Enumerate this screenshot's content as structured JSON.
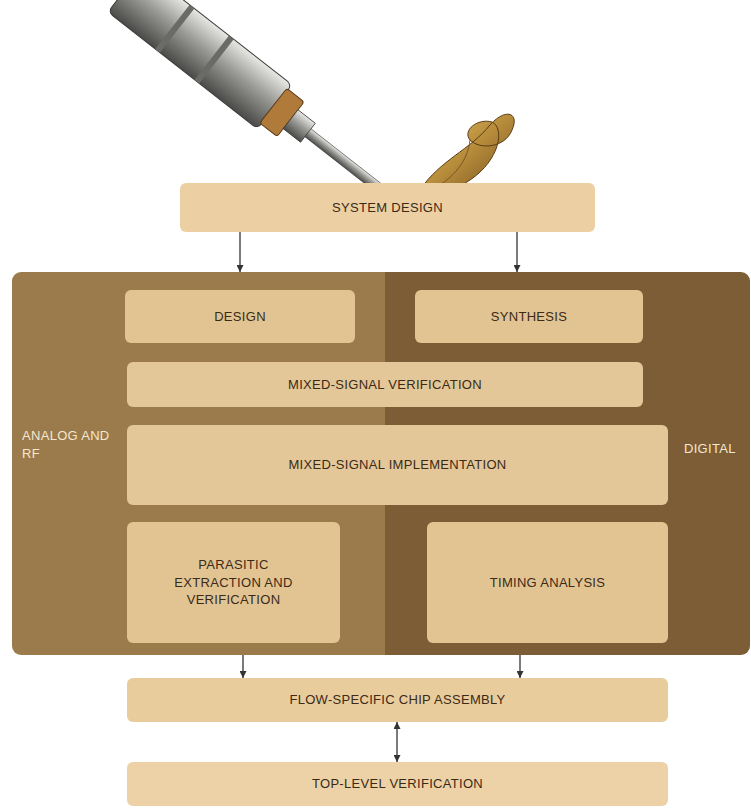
{
  "diagram": {
    "nodes": [
      {
        "text": [
          "SYSTEM DESIGN"
        ]
      },
      {
        "text": [
          "ANALOG AND RF",
          "DIGITAL"
        ]
      },
      {
        "text": [
          "DESIGN"
        ],
        "in": 1
      },
      {
        "text": [
          "SYNTHESIS"
        ],
        "in": 1
      },
      {
        "text": [
          "MIXED-SIGNAL VERIFICATION"
        ],
        "in": 1
      },
      {
        "text": [
          "MIXED-SIGNAL IMPLEMENTATION"
        ],
        "in": 1
      },
      {
        "text": [
          "PARASITIC EXTRACTION AND VERIFICATION"
        ],
        "in": 1
      },
      {
        "text": [
          "TIMING ANALYSIS"
        ],
        "in": 1
      },
      {
        "text": [
          "FLOW-SPECIFIC CHIP ASSEMBLY"
        ]
      },
      {
        "text": [
          "TOP-LEVEL VERIFICATION"
        ]
      }
    ],
    "edges": [
      {
        "from": 0,
        "to": 1,
        "arrow": "to"
      },
      {
        "from": 0,
        "to": 1,
        "arrow": "to"
      },
      {
        "from": 1,
        "to": 8,
        "arrow": "to"
      },
      {
        "from": 1,
        "to": 8,
        "arrow": "to"
      },
      {
        "from": 8,
        "to": 9,
        "arrow": "both"
      }
    ]
  }
}
